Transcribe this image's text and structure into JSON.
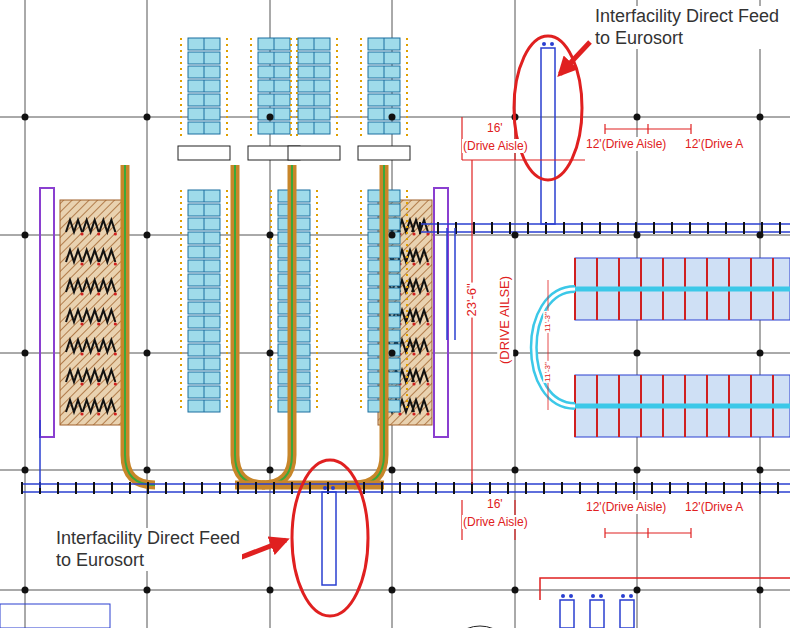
{
  "diagram": {
    "labels": [
      "Interfacility Direct Feed to Eurosort",
      "16'",
      "(Drive Aisle)",
      "12'(Drive Aisle)",
      "12'(Drive A",
      "23'-6\"",
      "(DRIVE AILSE)",
      "11'-3\"",
      "11'-3\"",
      "16'",
      "(Drive Aisle)",
      "12'(Drive Aisle)",
      "12'(Drive A",
      "Interfacility Direct Feed to Eurosort"
    ]
  }
}
